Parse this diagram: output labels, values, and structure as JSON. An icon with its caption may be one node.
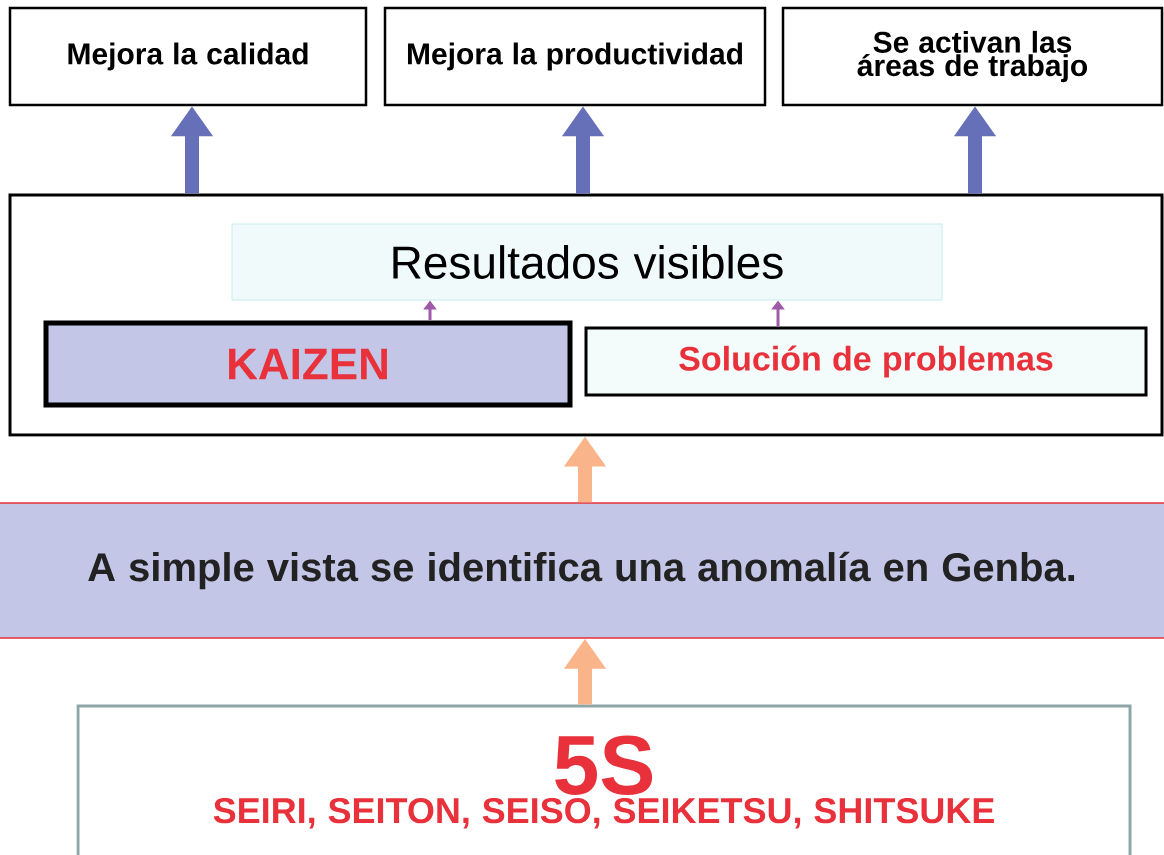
{
  "diagram": {
    "nodes": [
      {
        "text": [
          "Mejora la calidad"
        ]
      },
      {
        "text": [
          "Mejora la productividad"
        ]
      },
      {
        "text": [
          "Se activan las áreas de trabajo"
        ]
      },
      {
        "text": [],
        "shape": "box"
      },
      {
        "text": [
          "Resultados visibles"
        ],
        "in": 3
      },
      {
        "text": [
          "KAIZEN"
        ],
        "in": 3
      },
      {
        "text": [
          "Solución de problemas"
        ],
        "in": 3
      },
      {
        "text": [
          "A simple vista se identifica una anomalía en Genba."
        ]
      },
      {
        "text": [
          "5S",
          "SEIRI,  SEITON,  SEISO,  SEIKETSU,  SHITSUKE"
        ]
      }
    ],
    "edges": [
      {
        "from": 3,
        "to": 0,
        "arrow": "to"
      },
      {
        "from": 3,
        "to": 1,
        "arrow": "to"
      },
      {
        "from": 3,
        "to": 2,
        "arrow": "to"
      },
      {
        "from": 5,
        "to": 4,
        "arrow": "to",
        "color": "#a05aaa"
      },
      {
        "from": 6,
        "to": 4,
        "arrow": "to",
        "color": "#a05aaa"
      },
      {
        "from": 7,
        "to": 3,
        "arrow": "to",
        "color": "#f9b48a"
      },
      {
        "from": 8,
        "to": 7,
        "arrow": "to",
        "color": "#f9b48a"
      }
    ]
  }
}
